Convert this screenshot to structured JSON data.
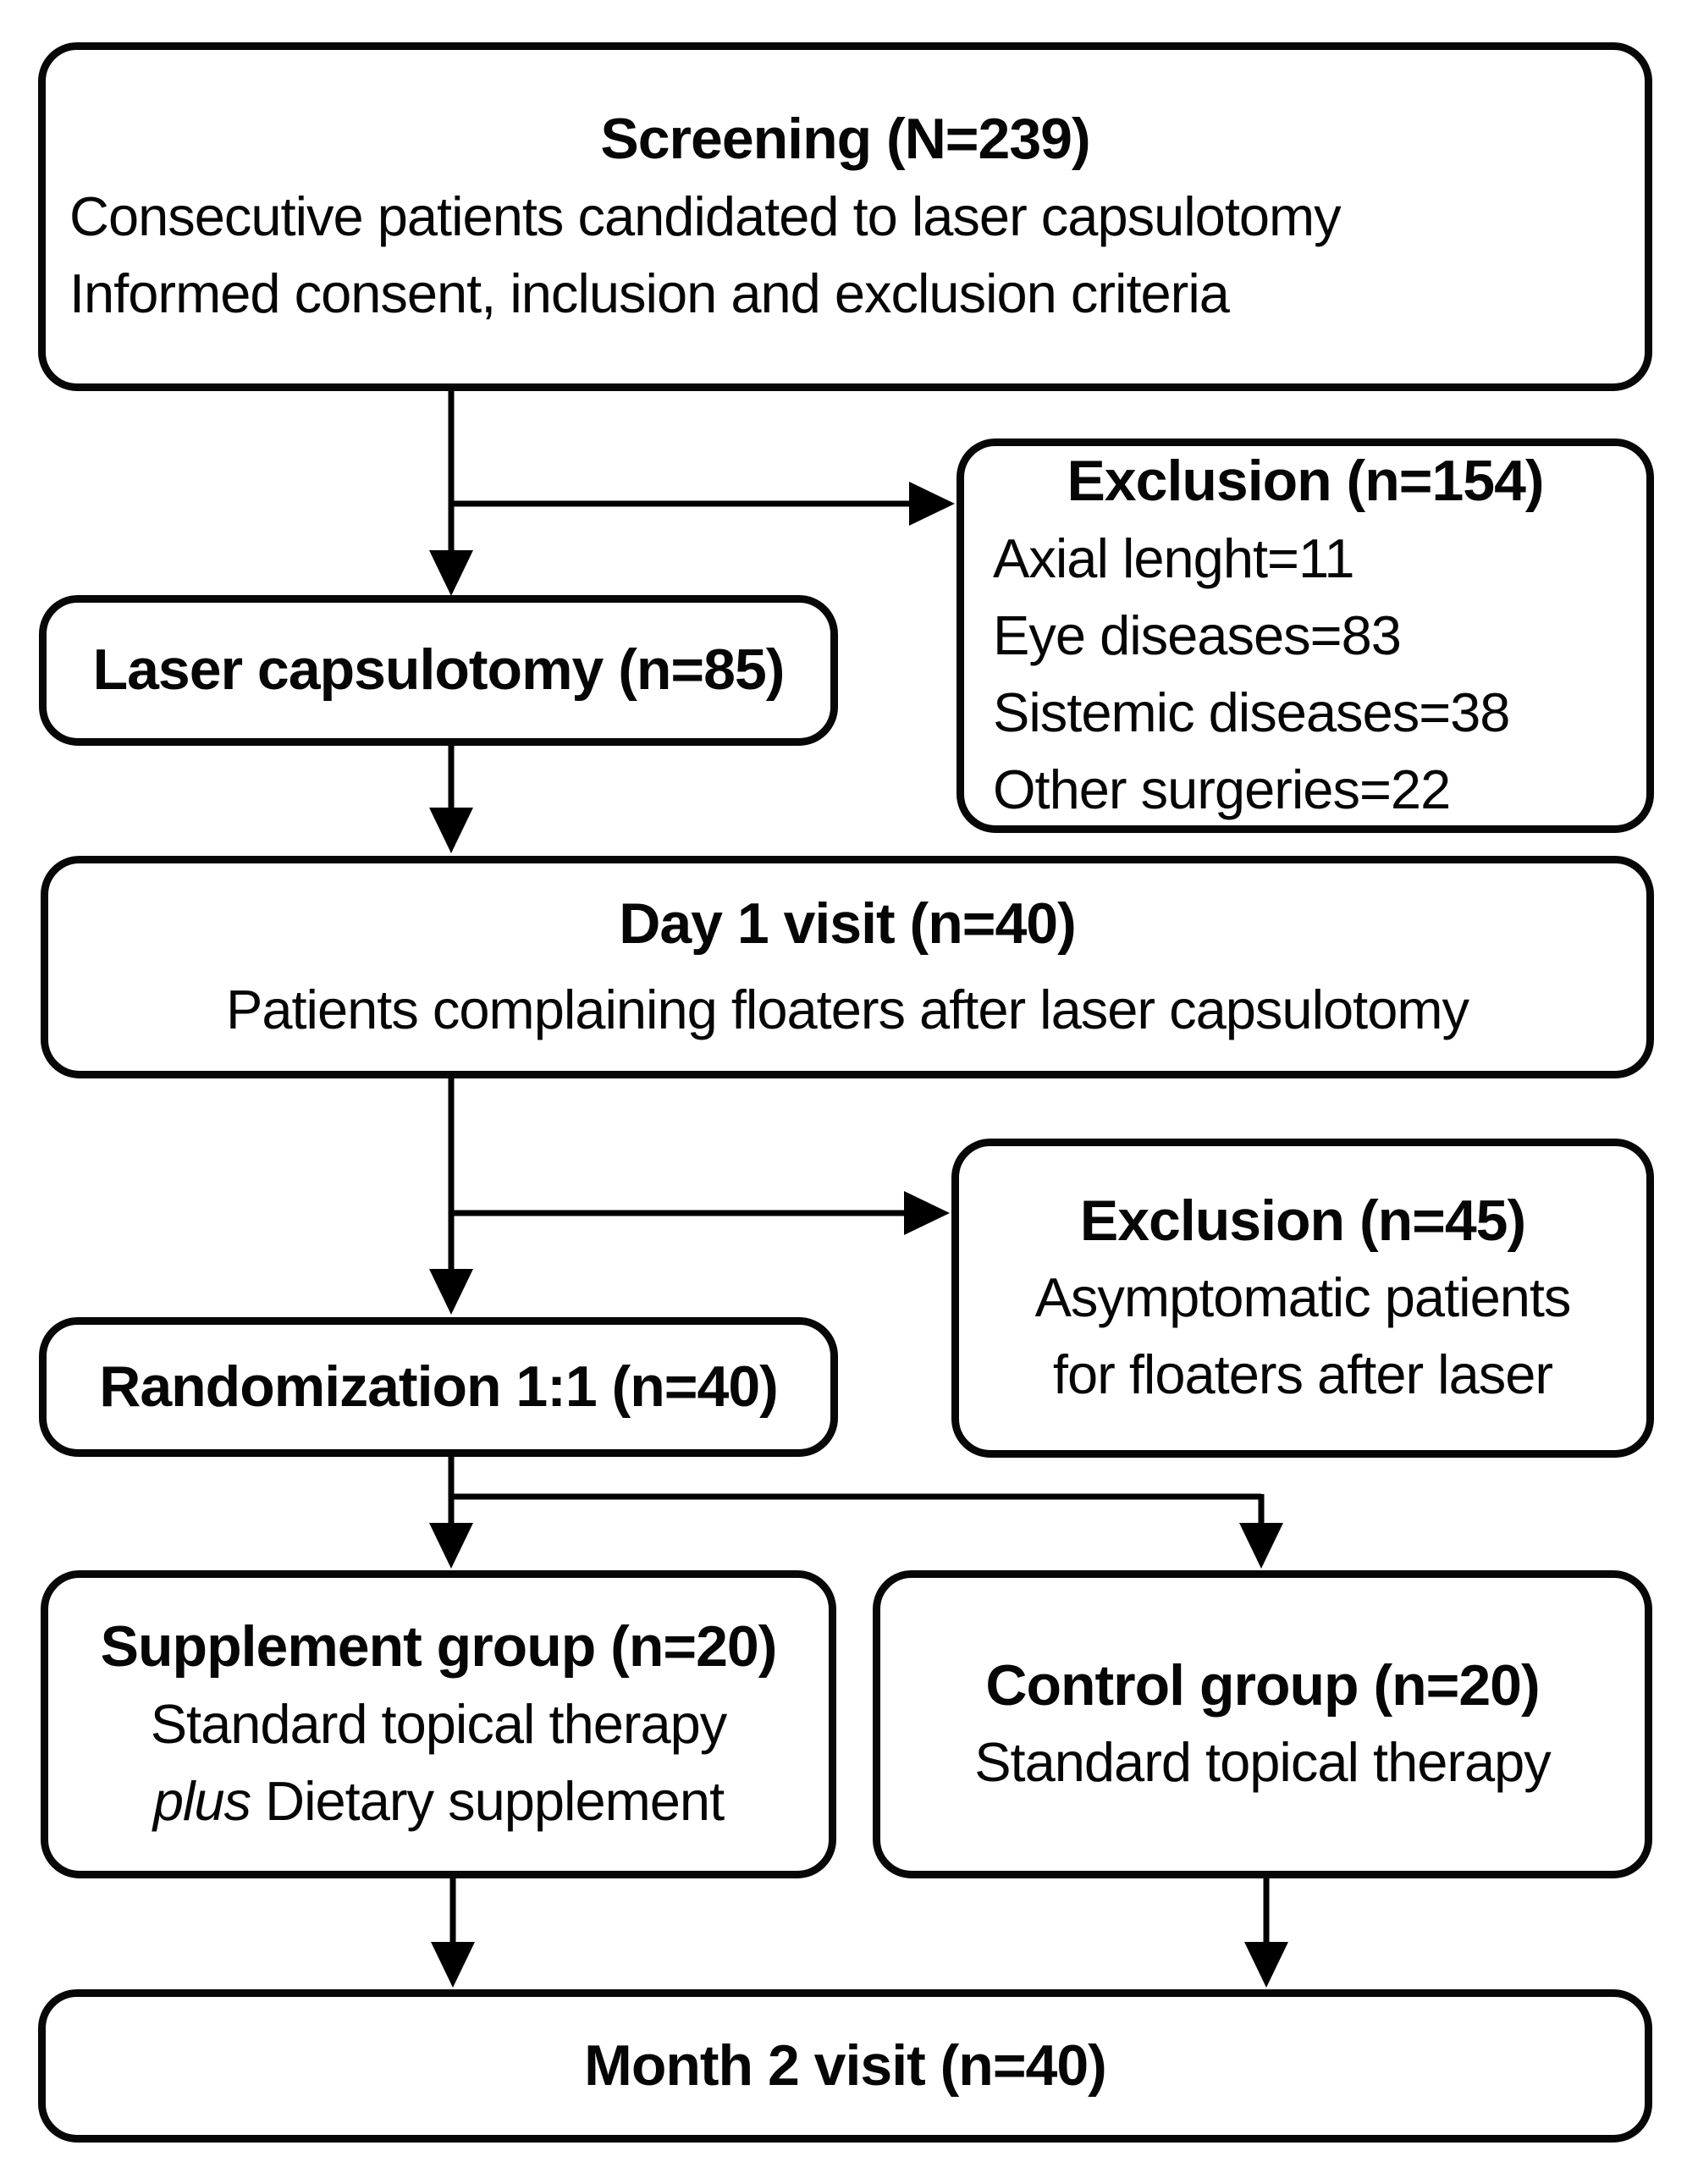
{
  "colors": {
    "box_border": "#070707",
    "box_fill": "#ffffff",
    "text": "#060606",
    "background": "#ffffff",
    "arrow": "#000000"
  },
  "flowchart": {
    "screening": {
      "title": "Screening (N=239)",
      "line1": "Consecutive patients candidated to laser capsulotomy",
      "line2": "Informed consent, inclusion and exclusion criteria"
    },
    "exclusion1": {
      "title": "Exclusion (n=154)",
      "items": [
        "Axial lenght=11",
        "Eye diseases=83",
        "Sistemic diseases=38",
        "Other surgeries=22"
      ]
    },
    "laser": {
      "title": "Laser capsulotomy (n=85)"
    },
    "day1": {
      "title": "Day 1 visit (n=40)",
      "line1": "Patients complaining floaters after laser capsulotomy"
    },
    "exclusion2": {
      "title": "Exclusion (n=45)",
      "line1": "Asymptomatic patients",
      "line2": "for floaters after laser"
    },
    "randomization": {
      "title": "Randomization 1:1 (n=40)"
    },
    "supplement": {
      "title": "Supplement group (n=20)",
      "line1": "Standard topical therapy",
      "line2_italic": "plus",
      "line2_rest": " Dietary supplement"
    },
    "control": {
      "title": "Control group (n=20)",
      "line1": "Standard topical therapy"
    },
    "month2": {
      "title": "Month 2 visit (n=40)"
    }
  }
}
